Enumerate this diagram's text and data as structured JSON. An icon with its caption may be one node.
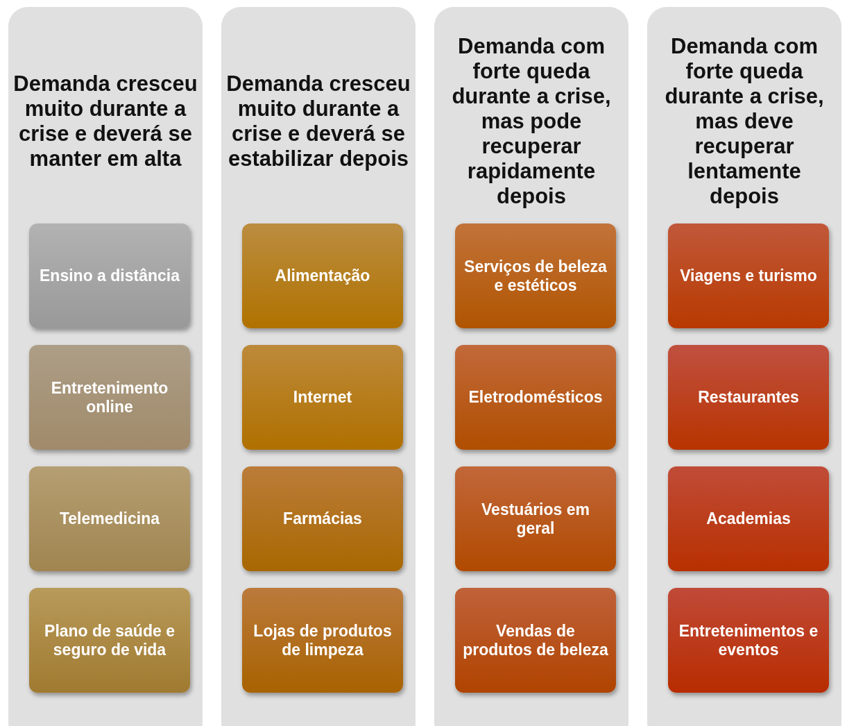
{
  "diagram": {
    "nodes": [
      {
        "text": [
          "Demanda cresceu muito durante a crise e deverá se manter em alta"
        ]
      },
      {
        "text": [
          "Ensino a distância"
        ],
        "in": 0
      },
      {
        "text": [
          "Entretenimento online"
        ],
        "in": 0
      },
      {
        "text": [
          "Telemedicina"
        ],
        "in": 0
      },
      {
        "text": [
          "Plano de saúde e seguro de vida"
        ],
        "in": 0
      },
      {
        "text": [
          "Demanda cresceu muito durante a crise e deverá se estabilizar depois"
        ]
      },
      {
        "text": [
          "Alimentação"
        ],
        "in": 5
      },
      {
        "text": [
          "Internet"
        ],
        "in": 5
      },
      {
        "text": [
          "Farmácias"
        ],
        "in": 5
      },
      {
        "text": [
          "Lojas de produtos de limpeza"
        ],
        "in": 5
      },
      {
        "text": [
          "Demanda com forte queda durante a crise, mas pode recuperar rapidamente depois"
        ]
      },
      {
        "text": [
          "Serviços de beleza e estéticos"
        ],
        "in": 10
      },
      {
        "text": [
          "Eletrodomésticos"
        ],
        "in": 10
      },
      {
        "text": [
          "Vestuários em geral"
        ],
        "in": 10
      },
      {
        "text": [
          "Vendas de produtos de beleza"
        ],
        "in": 10
      },
      {
        "text": [
          "Demanda com forte queda durante a crise, mas deve recuperar lentamente depois"
        ]
      },
      {
        "text": [
          "Viagens e turismo"
        ],
        "in": 15
      },
      {
        "text": [
          "Restaurantes"
        ],
        "in": 15
      },
      {
        "text": [
          "Academias"
        ],
        "in": 15
      },
      {
        "text": [
          "Entretenimentos e eventos"
        ],
        "in": 15
      }
    ],
    "edges": []
  }
}
